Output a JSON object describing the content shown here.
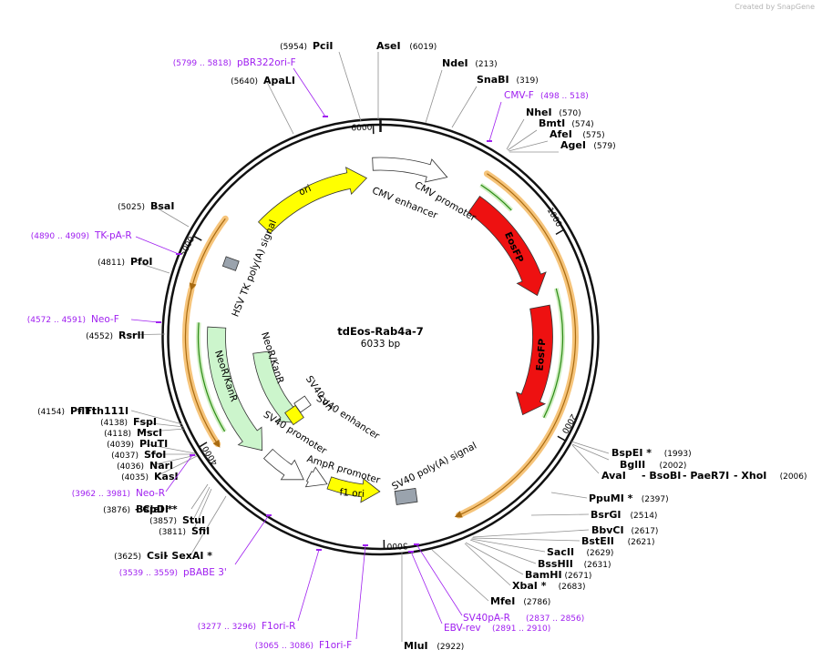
{
  "watermark": "Created by SnapGene",
  "plasmid": {
    "name": "tdEos-Rab4a-7",
    "length_text": "6033 bp",
    "length": 6033
  },
  "ticks": [
    "1000",
    "2000",
    "3000",
    "4000",
    "5000",
    "6000"
  ],
  "enzymes": [
    {
      "name": "PciI",
      "pos": "(5954)",
      "site": 5954
    },
    {
      "name": "AseI",
      "pos": "(6019)",
      "site": 6019
    },
    {
      "name": "NdeI",
      "pos": "(213)",
      "site": 213
    },
    {
      "name": "SnaBI",
      "pos": "(319)",
      "site": 319
    },
    {
      "name": "NheI",
      "pos": "(570)",
      "site": 570
    },
    {
      "name": "BmtI",
      "pos": "(574)",
      "site": 574
    },
    {
      "name": "AfeI",
      "pos": "(575)",
      "site": 575
    },
    {
      "name": "AgeI",
      "pos": "(579)",
      "site": 579
    },
    {
      "name": "BspEI *",
      "pos": "(1993)",
      "site": 1993
    },
    {
      "name": "BglII",
      "pos": "(2002)",
      "site": 2002
    },
    {
      "name": "AvaI",
      "pos": "",
      "site": 2006
    },
    {
      "name": "- BsoBI",
      "pos": "",
      "site": 2006
    },
    {
      "name": "- PaeR7I",
      "pos": "",
      "site": 2006
    },
    {
      "name": "- XhoI",
      "pos": "(2006)",
      "site": 2006
    },
    {
      "name": "PpuMI *",
      "pos": "(2397)",
      "site": 2397
    },
    {
      "name": "BsrGI",
      "pos": "(2514)",
      "site": 2514
    },
    {
      "name": "BbvCI",
      "pos": "(2617)",
      "site": 2617
    },
    {
      "name": "BstEII",
      "pos": "(2621)",
      "site": 2621
    },
    {
      "name": "SacII",
      "pos": "(2629)",
      "site": 2629
    },
    {
      "name": "BssHII",
      "pos": "(2631)",
      "site": 2631
    },
    {
      "name": "BamHI",
      "pos": "(2671)",
      "site": 2671
    },
    {
      "name": "XbaI *",
      "pos": "(2683)",
      "site": 2683
    },
    {
      "name": "MfeI",
      "pos": "(2786)",
      "site": 2786
    },
    {
      "name": "MluI",
      "pos": "(2922)",
      "site": 2922
    },
    {
      "name": "CsiI",
      "pos": "(3625)",
      "site": 3625
    },
    {
      "name": "- SexAI *",
      "pos": "",
      "site": 3625
    },
    {
      "name": "SfiI",
      "pos": "(3811)",
      "site": 3811
    },
    {
      "name": "StuI",
      "pos": "(3857)",
      "site": 3857
    },
    {
      "name": "BspDI *",
      "pos": "(3876)",
      "site": 3876
    },
    {
      "name": "- ClaI *",
      "pos": "",
      "site": 3876
    },
    {
      "name": "KasI",
      "pos": "(4035)",
      "site": 4035
    },
    {
      "name": "NarI",
      "pos": "(4036)",
      "site": 4036
    },
    {
      "name": "SfoI",
      "pos": "(4037)",
      "site": 4037
    },
    {
      "name": "PluTI",
      "pos": "(4039)",
      "site": 4039
    },
    {
      "name": "MscI",
      "pos": "(4118)",
      "site": 4118
    },
    {
      "name": "FspI",
      "pos": "(4138)",
      "site": 4138
    },
    {
      "name": "PflFI",
      "pos": "(4154)",
      "site": 4154
    },
    {
      "name": "- Tth111I",
      "pos": "",
      "site": 4154
    },
    {
      "name": "RsrII",
      "pos": "(4552)",
      "site": 4552
    },
    {
      "name": "PfoI",
      "pos": "(4811)",
      "site": 4811
    },
    {
      "name": "BsaI",
      "pos": "(5025)",
      "site": 5025
    },
    {
      "name": "ApaLI",
      "pos": "(5640)",
      "site": 5640
    }
  ],
  "primers": [
    {
      "name": "pBR322ori-F",
      "pos": "(5799 .. 5818)",
      "site": 5808
    },
    {
      "name": "CMV-F",
      "pos": "(498 .. 518)",
      "site": 508
    },
    {
      "name": "TK-pA-R",
      "pos": "(4890 .. 4909)",
      "site": 4900
    },
    {
      "name": "Neo-F",
      "pos": "(4572 .. 4591)",
      "site": 4582
    },
    {
      "name": "Neo-R",
      "pos": "(3962 .. 3981)",
      "site": 3972
    },
    {
      "name": "pBABE 3'",
      "pos": "(3539 .. 3559)",
      "site": 3549
    },
    {
      "name": "F1ori-R",
      "pos": "(3277 .. 3296)",
      "site": 3286
    },
    {
      "name": "F1ori-F",
      "pos": "(3065 .. 3086)",
      "site": 3075
    },
    {
      "name": "EBV-rev",
      "pos": "(2891 .. 2910)",
      "site": 2900
    },
    {
      "name": "SV40pA-R",
      "pos": "(2837 .. 2856)",
      "site": 2846
    }
  ],
  "features": [
    {
      "name": "CMV enhancer",
      "type": "enhancer",
      "color": "#ffffff"
    },
    {
      "name": "CMV promoter",
      "type": "promoter",
      "color": "#ffffff"
    },
    {
      "name": "EosFP",
      "type": "cds",
      "color": "#ee1111"
    },
    {
      "name": "EosFP",
      "type": "cds",
      "color": "#ee1111"
    },
    {
      "name": "SV40 poly(A) signal",
      "type": "terminator",
      "color": "#9aa3ad"
    },
    {
      "name": "f1 ori",
      "type": "origin",
      "color": "#ffff00"
    },
    {
      "name": "AmpR promoter",
      "type": "promoter",
      "color": "#ffffff"
    },
    {
      "name": "SV40 promoter",
      "type": "promoter",
      "color": "#ffffff"
    },
    {
      "name": "SV40 enhancer",
      "type": "enhancer",
      "color": "#ffffff"
    },
    {
      "name": "SV40 ori",
      "type": "origin",
      "color": "#ffff00"
    },
    {
      "name": "NeoR/KanR",
      "type": "cds",
      "color": "#ccf5cc"
    },
    {
      "name": "NeoR/KanR",
      "type": "cds",
      "color": "#ccf5cc"
    },
    {
      "name": "HSV TK poly(A) signal",
      "type": "terminator",
      "color": "#9aa3ad"
    },
    {
      "name": "ori",
      "type": "origin",
      "color": "#ffff00"
    }
  ],
  "colors": {
    "enzyme_line": "#909090",
    "primer": "#a020f0",
    "backbone": "#111111",
    "orf_fill": "#f3b864",
    "orf_inner": "#2a8a14"
  }
}
